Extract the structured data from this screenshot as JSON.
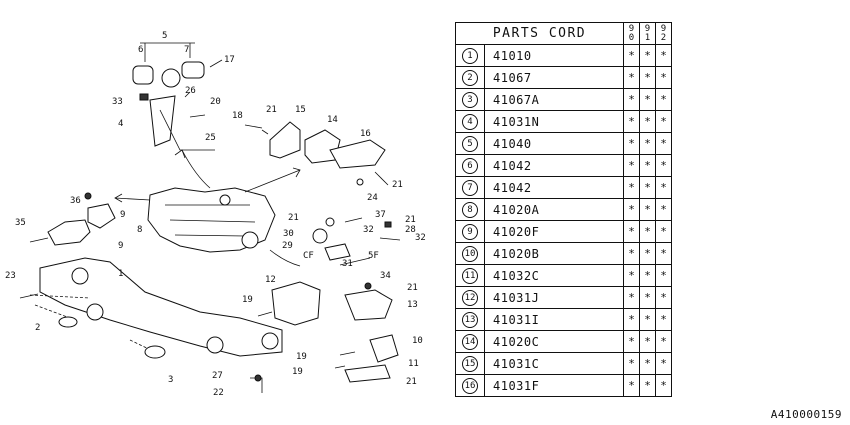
{
  "table": {
    "header": "PARTS CORD",
    "years": [
      "90",
      "91",
      "92"
    ],
    "rows": [
      {
        "num": "1",
        "code": "41010",
        "marks": [
          "*",
          "*",
          "*"
        ]
      },
      {
        "num": "2",
        "code": "41067",
        "marks": [
          "*",
          "*",
          "*"
        ]
      },
      {
        "num": "3",
        "code": "41067A",
        "marks": [
          "*",
          "*",
          "*"
        ]
      },
      {
        "num": "4",
        "code": "41031N",
        "marks": [
          "*",
          "*",
          "*"
        ]
      },
      {
        "num": "5",
        "code": "41040",
        "marks": [
          "*",
          "*",
          "*"
        ]
      },
      {
        "num": "6",
        "code": "41042",
        "marks": [
          "*",
          "*",
          "*"
        ]
      },
      {
        "num": "7",
        "code": "41042",
        "marks": [
          "*",
          "*",
          "*"
        ]
      },
      {
        "num": "8",
        "code": "41020A",
        "marks": [
          "*",
          "*",
          "*"
        ]
      },
      {
        "num": "9",
        "code": "41020F",
        "marks": [
          "*",
          "*",
          "*"
        ]
      },
      {
        "num": "10",
        "code": "41020B",
        "marks": [
          "*",
          "*",
          "*"
        ]
      },
      {
        "num": "11",
        "code": "41032C",
        "marks": [
          "*",
          "*",
          "*"
        ]
      },
      {
        "num": "12",
        "code": "41031J",
        "marks": [
          "*",
          "*",
          "*"
        ]
      },
      {
        "num": "13",
        "code": "41031I",
        "marks": [
          "*",
          "*",
          "*"
        ]
      },
      {
        "num": "14",
        "code": "41020C",
        "marks": [
          "*",
          "*",
          "*"
        ]
      },
      {
        "num": "15",
        "code": "41031C",
        "marks": [
          "*",
          "*",
          "*"
        ]
      },
      {
        "num": "16",
        "code": "41031F",
        "marks": [
          "*",
          "*",
          "*"
        ]
      }
    ]
  },
  "diagram": {
    "callouts": [
      "1",
      "2",
      "3",
      "4",
      "5",
      "6",
      "7",
      "8",
      "9",
      "9",
      "10",
      "11",
      "12",
      "13",
      "14",
      "15",
      "16",
      "17",
      "18",
      "19",
      "19",
      "19",
      "20",
      "21",
      "21",
      "21",
      "21",
      "21",
      "21",
      "22",
      "23",
      "24",
      "25",
      "26",
      "27",
      "28",
      "29",
      "30",
      "31",
      "32",
      "32",
      "33",
      "34",
      "35",
      "36",
      "37"
    ],
    "notes": [
      "CF",
      "5F"
    ]
  },
  "reference_code": "A410000159"
}
